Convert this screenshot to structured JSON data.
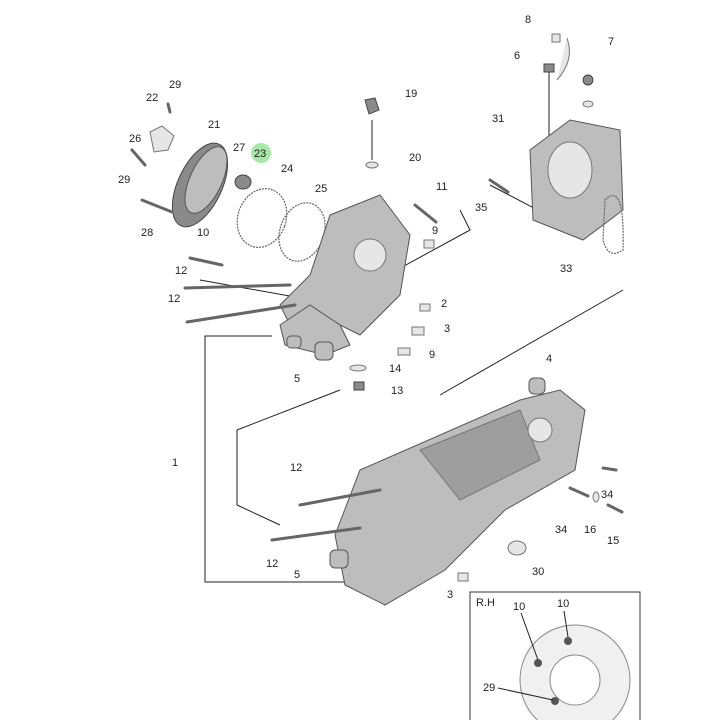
{
  "diagram": {
    "highlight_color": "#7ee07e",
    "highlighted_part": "23",
    "labels": [
      "8",
      "7",
      "6",
      "19",
      "29",
      "22",
      "26",
      "21",
      "27",
      "23",
      "24",
      "25",
      "20",
      "11",
      "31",
      "35",
      "33",
      "29",
      "28",
      "10",
      "12",
      "12",
      "9",
      "2",
      "3",
      "9",
      "5",
      "14",
      "13",
      "1",
      "4",
      "12",
      "34",
      "16",
      "34",
      "15",
      "12",
      "5",
      "30",
      "3"
    ],
    "inset": {
      "title": "R.H",
      "labels": [
        "10",
        "10",
        "29"
      ]
    }
  }
}
